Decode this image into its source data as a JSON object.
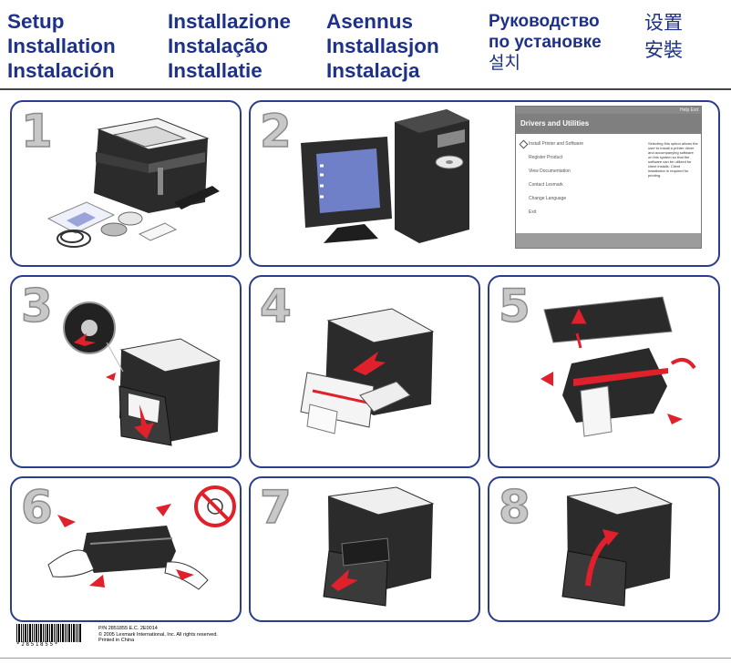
{
  "header": {
    "col1": [
      "Setup",
      "Installation",
      "Instalación"
    ],
    "col2": [
      "Installazione",
      "Instalação",
      "Installatie"
    ],
    "col3": [
      "Asennus",
      "Installasjon",
      "Instalacja"
    ],
    "col4": [
      "Руководство",
      "по установке",
      "설치"
    ],
    "col5": [
      "设置",
      "安裝"
    ]
  },
  "steps": {
    "s1": "1",
    "s2": "2",
    "s3": "3",
    "s4": "4",
    "s5": "5",
    "s6": "6",
    "s7": "7",
    "s8": "8"
  },
  "software_window": {
    "title": "Drivers and Utilities",
    "corner": "Help  Exit",
    "menu": [
      "Install Printer and Software",
      "Register Product",
      "View Documentation",
      "Contact Lexmark",
      "Change Language",
      "Exit"
    ],
    "description": "Selecting this option allows the user to install a printer driver and accompanying software on this system so that the software can be utilized for client installs. Client installation is required for printing."
  },
  "footer": {
    "barcode_number": "*2851855*",
    "line1": "P/N 2851855 E.C. 2E0014",
    "line2": "© 2005 Lexmark International, Inc. All rights reserved.",
    "line3": "Printed in China"
  },
  "colors": {
    "accent": "#2a3d8f",
    "arrow": "#e0202a"
  }
}
